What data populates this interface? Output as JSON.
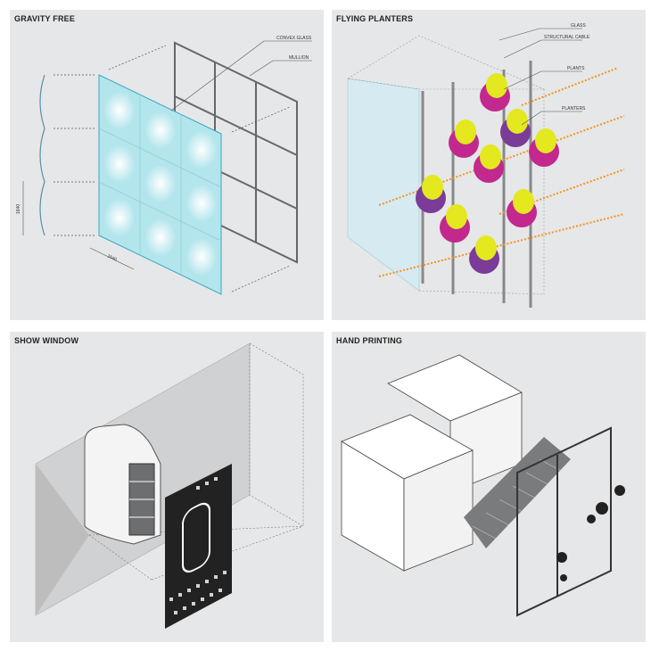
{
  "panels": [
    {
      "title": "GRAVITY FREE",
      "labels": {
        "convex_glass": "CONVEX GLASS",
        "mullion": "MULLION",
        "dim_height": "1640",
        "dim_width": "1640"
      }
    },
    {
      "title": "FLYING PLANTERS",
      "labels": {
        "glass": "GLASS",
        "structural_cable": "STRUCTURAL CABLE",
        "plants": "PLANTS",
        "planters": "PLANTERS"
      }
    },
    {
      "title": "SHOW WINDOW"
    },
    {
      "title": "HAND PRINTING"
    }
  ],
  "colors": {
    "panel_bg": "#e6e7e8",
    "glass": "#bfe9ee",
    "planter_magenta": "#c3288e",
    "planter_purple": "#7b3b98",
    "plants": "#e3e81f",
    "arrow_orange": "#f7931e"
  }
}
